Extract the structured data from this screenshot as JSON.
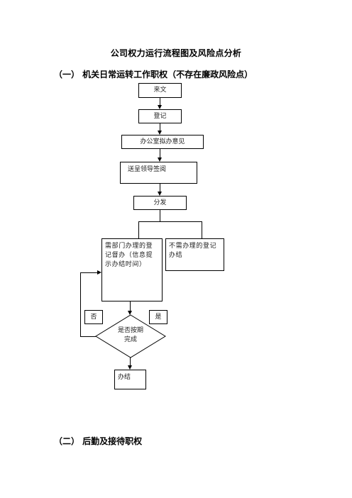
{
  "title": "公司权力运行流程图及风险点分析",
  "section1": "（一） 机关日常运转工作职权（不存在廉政风险点）",
  "section2": "（二） 后勤及接待职权",
  "flow": {
    "incoming": "来文",
    "register": "登记",
    "office_opinion": "办公室拟办意见",
    "leader_review": "送呈领导签阅",
    "distribute": "分发",
    "need_handle": "需部门办理的登记督办（信息提示办结时间）",
    "no_handle": "不需办理的登记办结",
    "no_label": "否",
    "yes_label": "是",
    "decision": "是否按期完成",
    "done": "办结"
  }
}
